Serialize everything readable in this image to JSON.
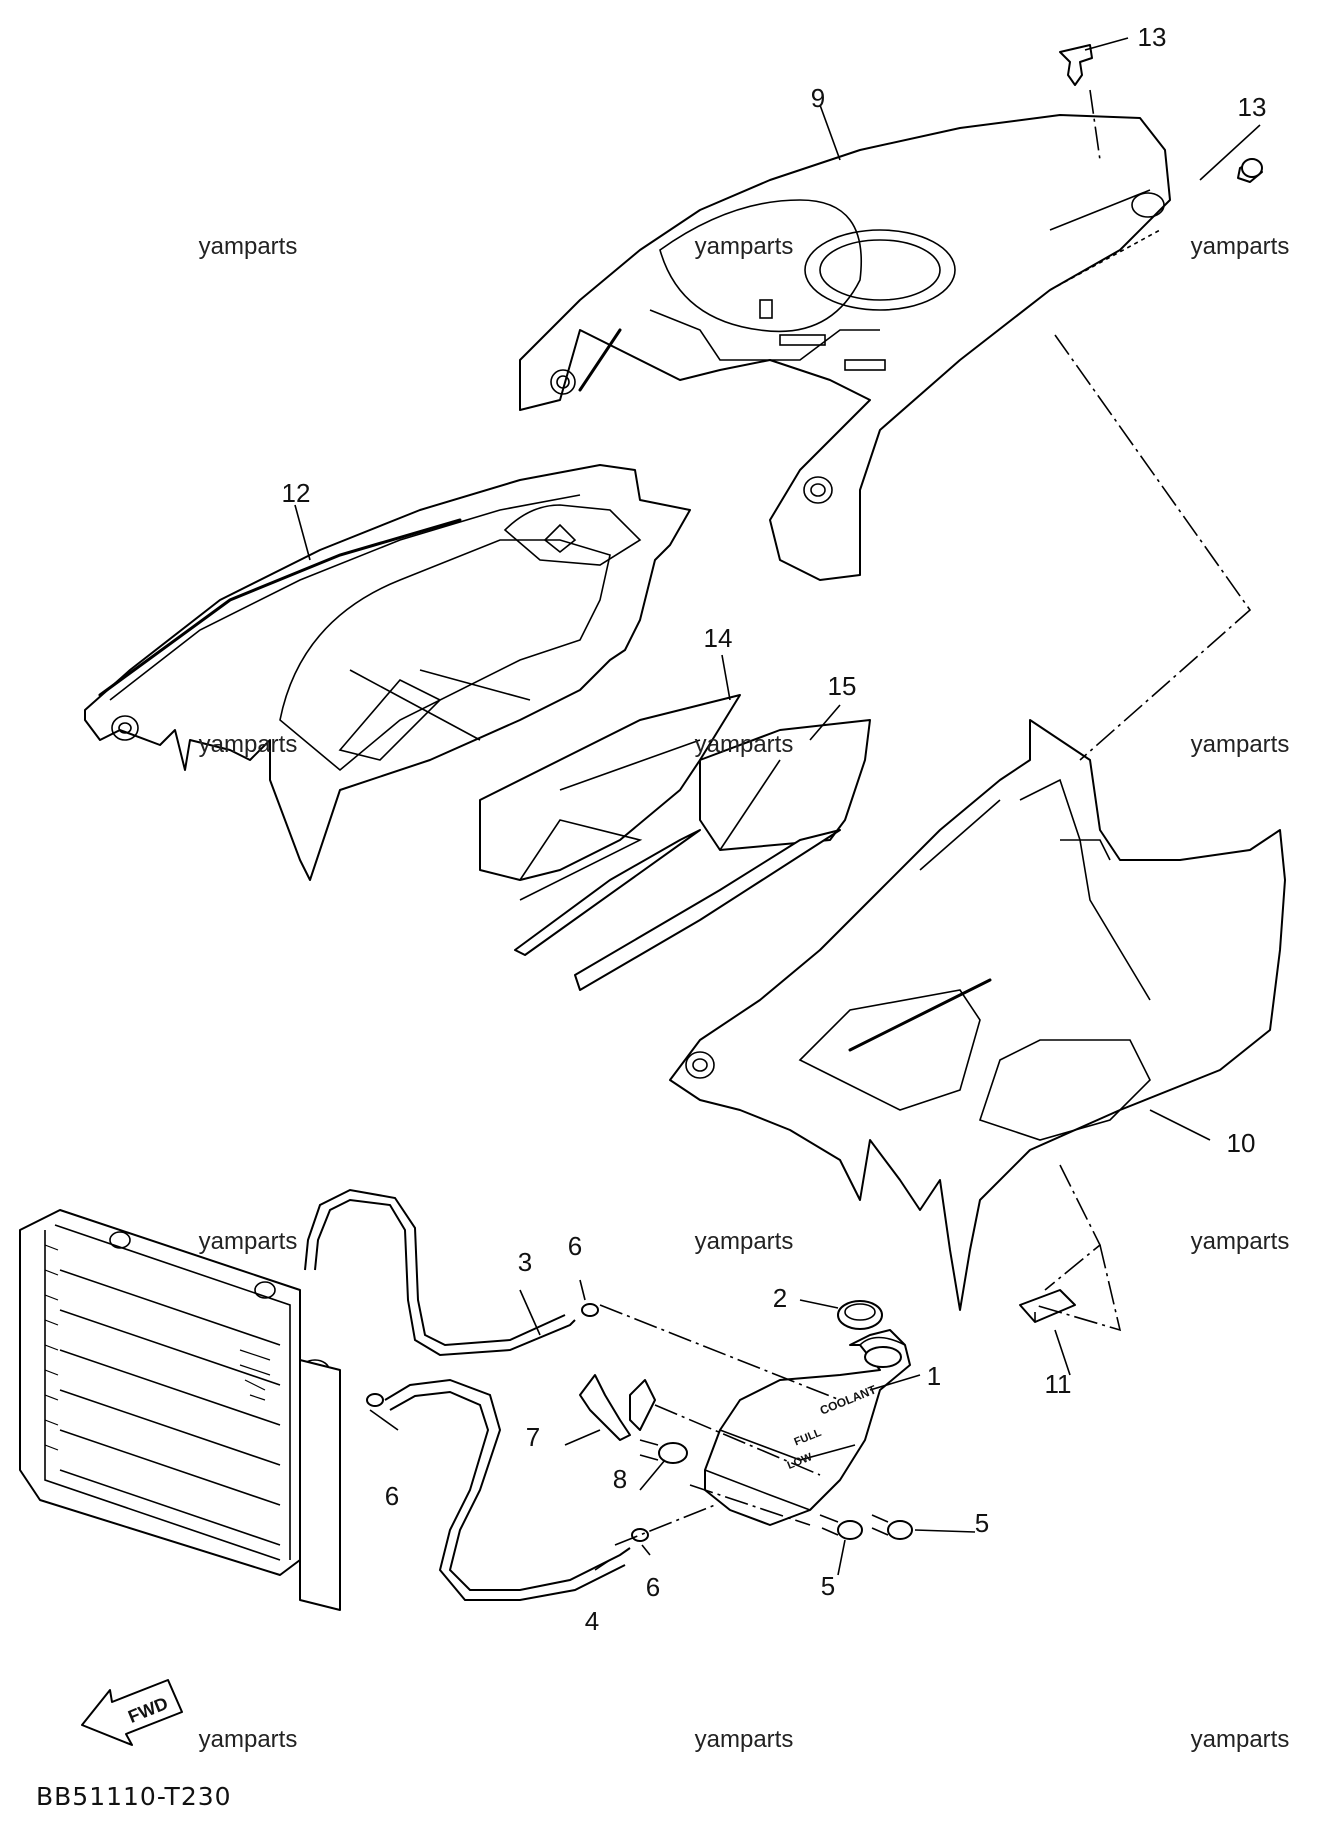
{
  "diagram": {
    "callouts": {
      "p1": "1",
      "p2": "2",
      "p3": "3",
      "p4": "4",
      "p5a": "5",
      "p5b": "5",
      "p6a": "6",
      "p6b": "6",
      "p6c": "6",
      "p7": "7",
      "p8": "8",
      "p9": "9",
      "p10": "10",
      "p11": "11",
      "p12": "12",
      "p13a": "13",
      "p13b": "13",
      "p14": "14",
      "p15": "15"
    },
    "fwd_label": "FWD",
    "tank_labels": {
      "coolant": "COOLANT",
      "full": "FULL",
      "low": "LOW"
    },
    "watermark": "yamparts",
    "diagram_code": "BB51110-T230"
  }
}
